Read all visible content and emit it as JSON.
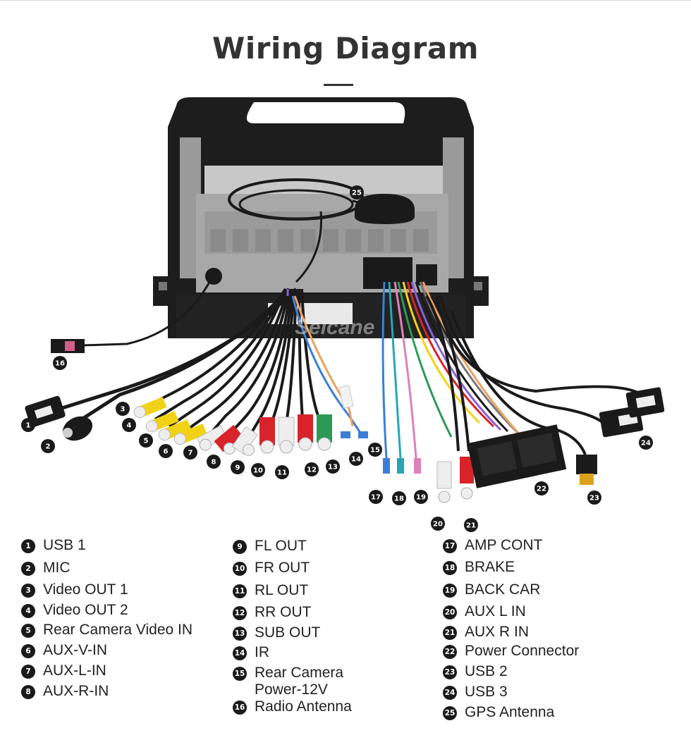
{
  "title": "Wiring Diagram",
  "watermark": "Seicane",
  "legend": [
    {
      "num": "1",
      "label": "USB 1"
    },
    {
      "num": "2",
      "label": "MIC"
    },
    {
      "num": "3",
      "label": "Video OUT 1"
    },
    {
      "num": "4",
      "label": "Video OUT 2"
    },
    {
      "num": "5",
      "label": "Rear Camera Video IN"
    },
    {
      "num": "6",
      "label": "AUX-V-IN"
    },
    {
      "num": "7",
      "label": "AUX-L-IN"
    },
    {
      "num": "8",
      "label": "AUX-R-IN"
    },
    {
      "num": "9",
      "label": "FL OUT"
    },
    {
      "num": "10",
      "label": "FR OUT"
    },
    {
      "num": "11",
      "label": "RL OUT"
    },
    {
      "num": "12",
      "label": "RR OUT"
    },
    {
      "num": "13",
      "label": "SUB OUT"
    },
    {
      "num": "14",
      "label": "IR"
    },
    {
      "num": "15",
      "label": "Rear Camera\nPower-12V"
    },
    {
      "num": "16",
      "label": "Radio Antenna"
    },
    {
      "num": "17",
      "label": "AMP CONT"
    },
    {
      "num": "18",
      "label": "BRAKE"
    },
    {
      "num": "19",
      "label": "BACK CAR"
    },
    {
      "num": "20",
      "label": "AUX L IN"
    },
    {
      "num": "21",
      "label": "AUX R IN"
    },
    {
      "num": "22",
      "label": "Power Connector"
    },
    {
      "num": "23",
      "label": "USB 2"
    },
    {
      "num": "24",
      "label": "USB 3"
    },
    {
      "num": "25",
      "label": "GPS Antenna"
    }
  ]
}
